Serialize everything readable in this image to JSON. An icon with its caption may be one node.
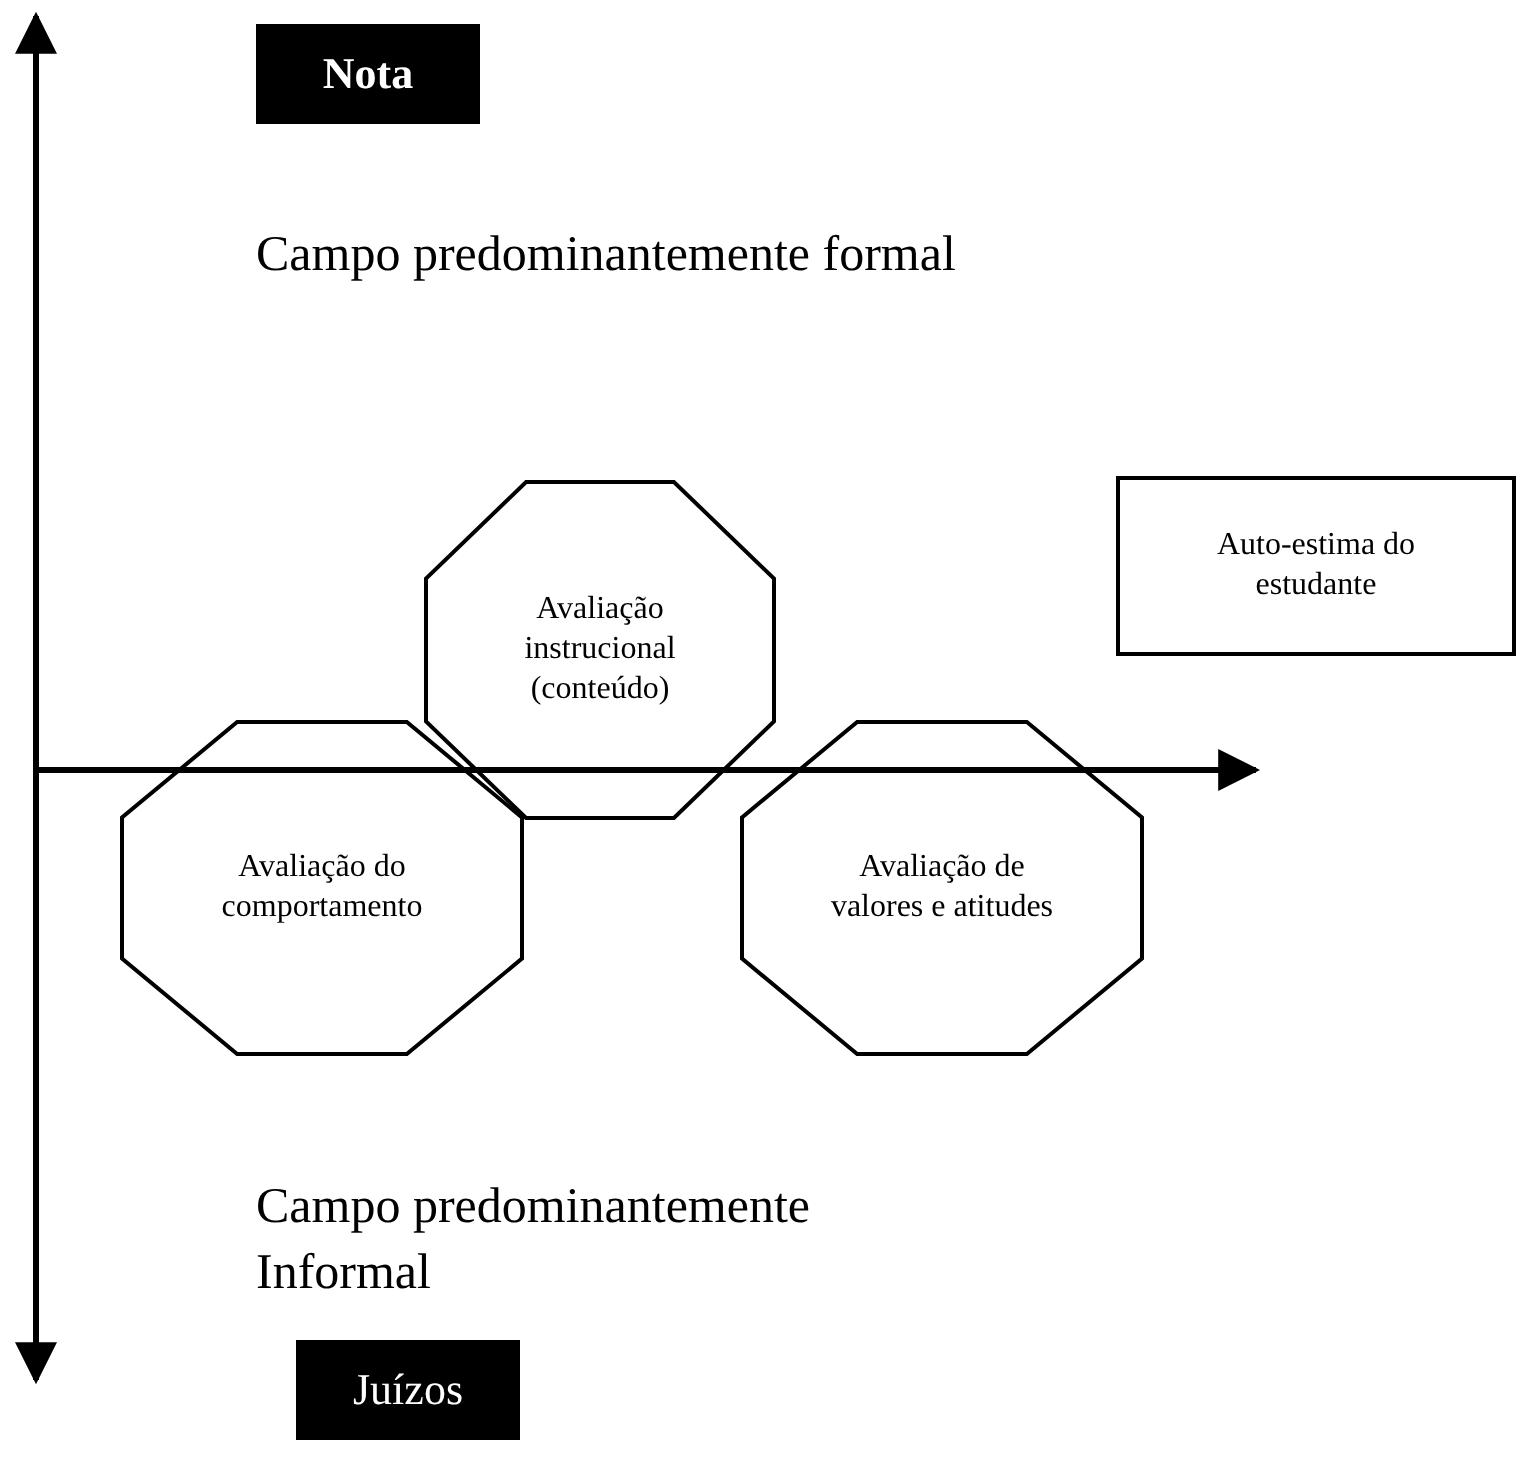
{
  "diagram": {
    "nodes": [
      {
        "text": [
          "Nota"
        ]
      },
      {
        "text": [
          "Avaliação instrucional (conteúdo)"
        ]
      },
      {
        "text": [
          "Auto-estima do estudante"
        ]
      },
      {
        "text": [
          "Avaliação do comportamento"
        ]
      },
      {
        "text": [
          "Avaliação de valores e atitudes"
        ]
      },
      {
        "text": [
          "Juízos"
        ]
      }
    ],
    "labels": [
      "Campo predominantemente formal",
      "Campo predominantemente Informal"
    ]
  }
}
